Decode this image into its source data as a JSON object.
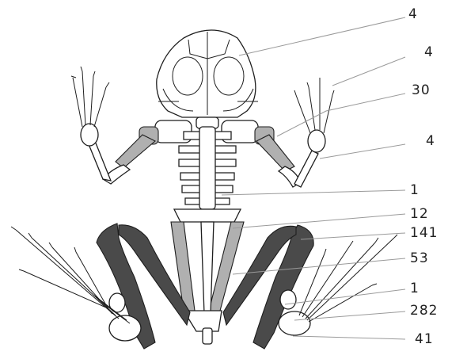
{
  "labels": {
    "skull": "4",
    "hand_right": "4",
    "humerus_right": "30",
    "forearm_right": "4",
    "vertebrae": "1",
    "urostyle": "12",
    "femur": "141",
    "ilium": "53",
    "foot": "1",
    "tibiofibula": "282",
    "tarsals": "41"
  },
  "colors": {
    "heavy_shade": "#4a4a4a",
    "light_shade": "#b0b0b0",
    "bone_fill": "#ffffff",
    "outline": "#1e1e1e",
    "leader": "#9a9a9a"
  }
}
